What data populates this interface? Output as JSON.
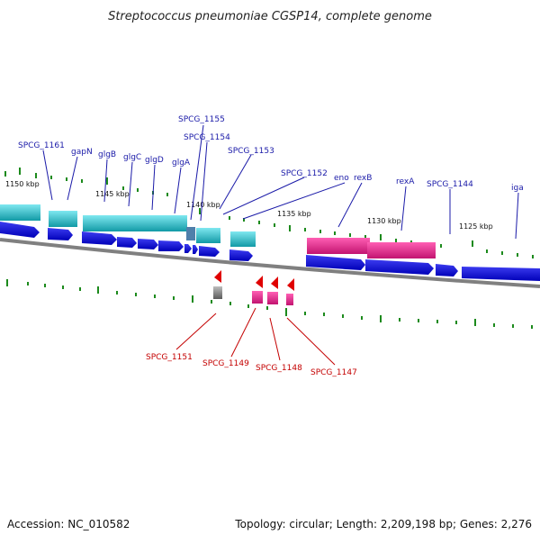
{
  "title": "Streptococcus pneumoniae CGSP14, complete genome",
  "accession": "Accession: NC_010582",
  "summary": "Topology: circular; Length: 2,209,198 bp; Genes: 2,276",
  "scale_labels": [
    "1150 kbp",
    "1145 kbp",
    "1140 kbp",
    "1135 kbp",
    "1130 kbp",
    "1125 kbp"
  ],
  "top_labels": [
    "SPCG_1161",
    "gapN",
    "glgB",
    "glgC",
    "glgD",
    "glgA",
    "SPCG_1155",
    "SPCG_1154",
    "SPCG_1153",
    "SPCG_1152",
    "eno",
    "rexB",
    "rexA",
    "SPCG_1144",
    "iga"
  ],
  "bottom_labels": [
    "SPCG_1151",
    "SPCG_1149",
    "SPCG_1148",
    "SPCG_1147"
  ],
  "colors": {
    "cds": "#0b0bd8",
    "rna": "#16b6c0",
    "magenta": "#e3268e",
    "red": "#e00000",
    "grey": "#6e6e6e",
    "tick": "#1c8a1c",
    "label_blue": "#1a1aa8",
    "label_red": "#c40000"
  }
}
